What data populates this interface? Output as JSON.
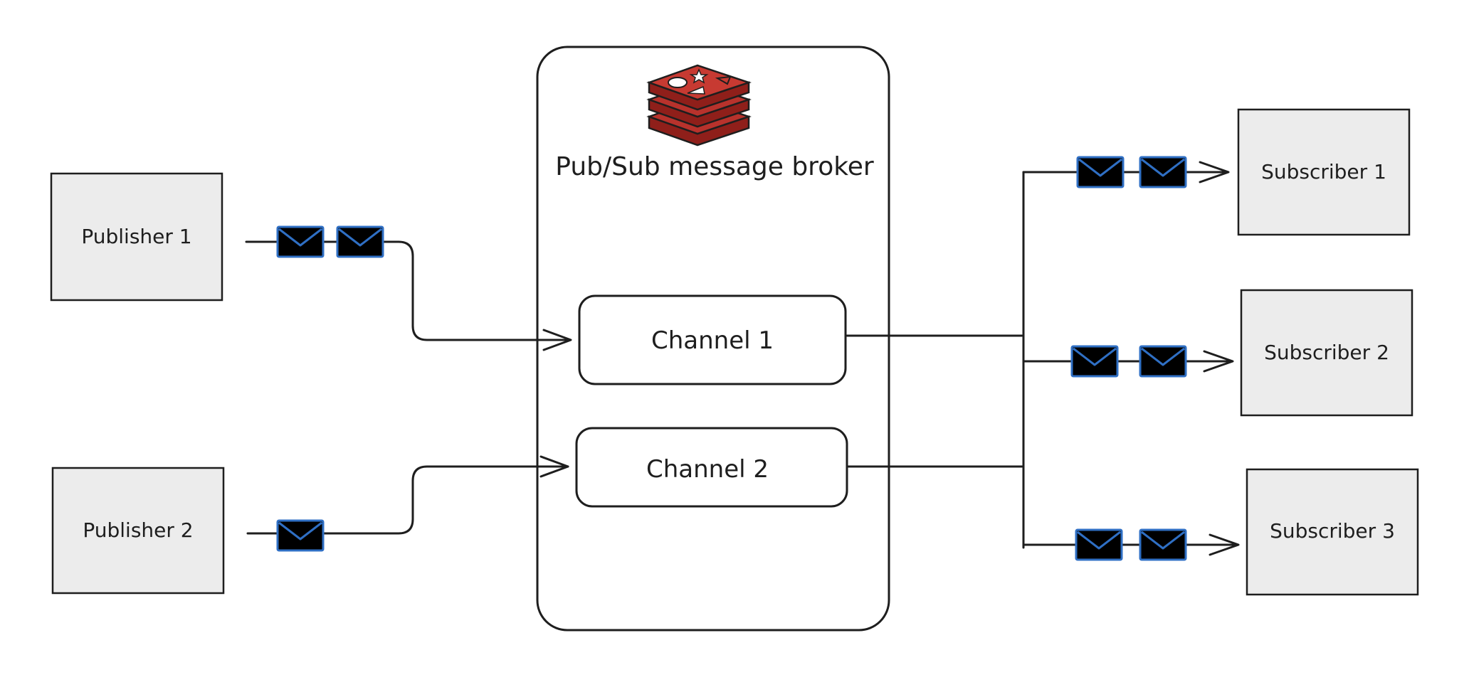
{
  "broker": {
    "title": "Pub/Sub message broker",
    "logo": "redis-stack-logo"
  },
  "publishers": [
    {
      "label": "Publisher 1"
    },
    {
      "label": "Publisher 2"
    }
  ],
  "channels": [
    {
      "label": "Channel 1"
    },
    {
      "label": "Channel 2"
    }
  ],
  "subscribers": [
    {
      "label": "Subscriber 1"
    },
    {
      "label": "Subscriber 2"
    },
    {
      "label": "Subscriber 3"
    }
  ],
  "colors": {
    "envelope_blue": "#a5cdf8",
    "envelope_yellow": "#f9e7a6",
    "envelope_stroke": "#2f6fc4",
    "node_fill": "#ececec",
    "stroke": "#1e1e1e",
    "logo_red": "#b8322c"
  }
}
